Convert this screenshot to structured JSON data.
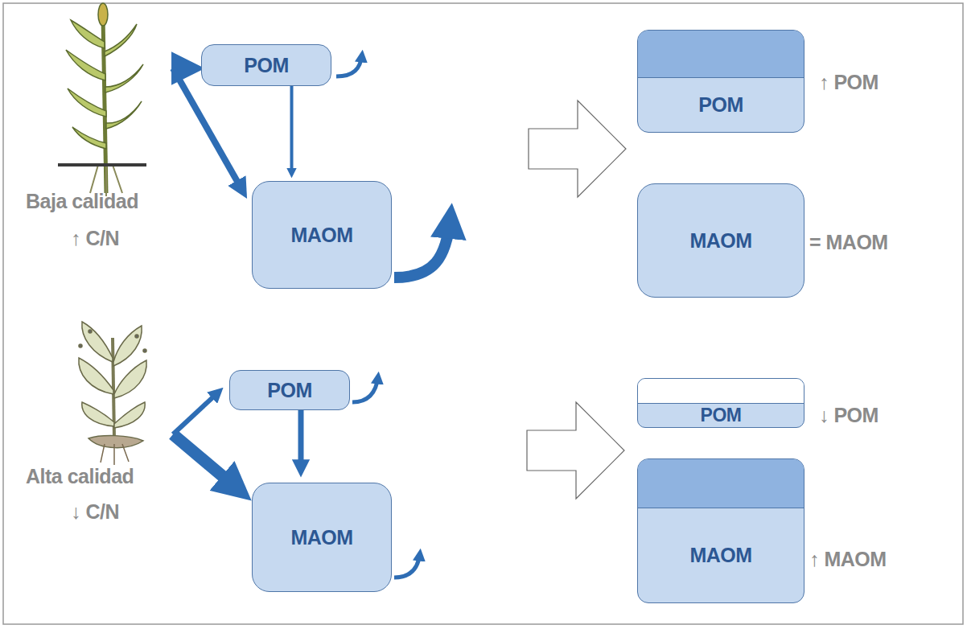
{
  "diagram": {
    "nodes": [
      {
        "text": [
          "POM"
        ]
      },
      {
        "text": [
          "MAOM"
        ]
      },
      {
        "text": [
          "POM"
        ]
      },
      {
        "text": [
          "MAOM"
        ]
      },
      {
        "text": [
          "POM"
        ]
      },
      {
        "text": [
          "MAOM"
        ]
      },
      {
        "text": [
          "POM"
        ]
      },
      {
        "text": [
          "MAOM"
        ]
      }
    ],
    "edges": [
      {
        "from": 0,
        "to": 1,
        "arrow": "to"
      },
      {
        "from": 4,
        "to": 5,
        "arrow": "to"
      }
    ],
    "labels": [
      "Baja calidad",
      "↑ C/N",
      "↑ POM",
      "= MAOM",
      "Alta calidad",
      "↓ C/N",
      "↓ POM",
      "↑ MAOM"
    ]
  }
}
